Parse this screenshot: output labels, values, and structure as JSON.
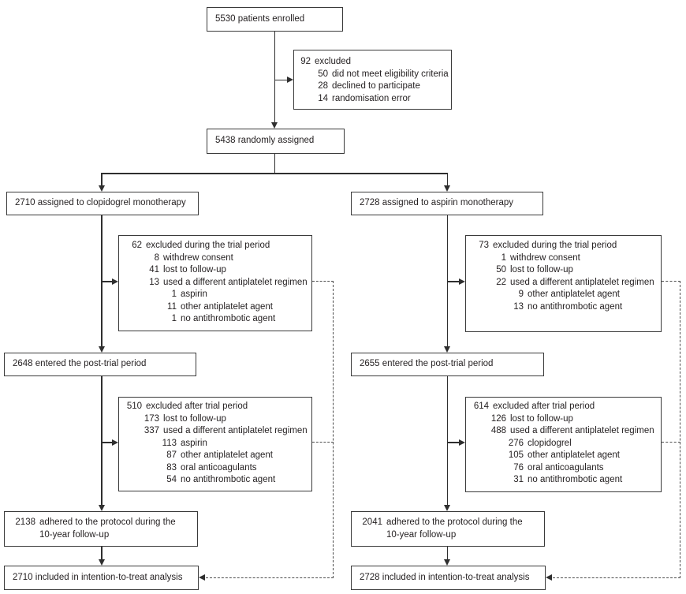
{
  "colors": {
    "background": "#ffffff",
    "box_border": "#3a3a3a",
    "text": "#231f20",
    "solid_line": "#2f2f2f",
    "dashed_line": "#4d4d4d"
  },
  "boxes": {
    "enrolled": {
      "text": "5530 patients enrolled"
    },
    "excluded_enrolment": {
      "lines": [
        {
          "num": "92",
          "text": "excluded"
        },
        {
          "num": "50",
          "text": "did not meet eligibility criteria"
        },
        {
          "num": "28",
          "text": "declined to participate"
        },
        {
          "num": "14",
          "text": "randomisation error"
        }
      ]
    },
    "randomised": {
      "text": "5438 randomly assigned"
    },
    "arm_clopidogrel": {
      "text": "2710 assigned to clopidogrel monotherapy"
    },
    "arm_aspirin": {
      "text": "2728 assigned to aspirin monotherapy"
    },
    "excluded_trial_clopidogrel": {
      "lines": [
        {
          "num": "62",
          "text": "excluded during the trial period"
        },
        {
          "num": "8",
          "text": "withdrew consent"
        },
        {
          "num": "41",
          "text": "lost to follow-up"
        },
        {
          "num": "13",
          "text": "used a different antiplatelet regimen"
        },
        {
          "num": "1",
          "text": "aspirin"
        },
        {
          "num": "11",
          "text": "other antiplatelet agent"
        },
        {
          "num": "1",
          "text": "no antithrombotic agent"
        }
      ]
    },
    "excluded_trial_aspirin": {
      "lines": [
        {
          "num": "73",
          "text": "excluded during the trial period"
        },
        {
          "num": "1",
          "text": "withdrew consent"
        },
        {
          "num": "50",
          "text": "lost to follow-up"
        },
        {
          "num": "22",
          "text": "used a different antiplatelet regimen"
        },
        {
          "num": "9",
          "text": "other antiplatelet agent"
        },
        {
          "num": "13",
          "text": "no antithrombotic agent"
        }
      ]
    },
    "posttrial_clopidogrel": {
      "text": "2648 entered the post-trial period"
    },
    "posttrial_aspirin": {
      "text": "2655 entered the post-trial period"
    },
    "excluded_post_clopidogrel": {
      "lines": [
        {
          "num": "510",
          "text": "excluded after trial period"
        },
        {
          "num": "173",
          "text": "lost to follow-up"
        },
        {
          "num": "337",
          "text": "used a different antiplatelet regimen"
        },
        {
          "num": "113",
          "text": "aspirin"
        },
        {
          "num": "87",
          "text": "other antiplatelet agent"
        },
        {
          "num": "83",
          "text": "oral anticoagulants"
        },
        {
          "num": "54",
          "text": "no antithrombotic agent"
        }
      ]
    },
    "excluded_post_aspirin": {
      "lines": [
        {
          "num": "614",
          "text": "excluded after trial period"
        },
        {
          "num": "126",
          "text": "lost to follow-up"
        },
        {
          "num": "488",
          "text": "used a different antiplatelet regimen"
        },
        {
          "num": "276",
          "text": "clopidogrel"
        },
        {
          "num": "105",
          "text": "other antiplatelet agent"
        },
        {
          "num": "76",
          "text": "oral anticoagulants"
        },
        {
          "num": "31",
          "text": "no antithrombotic agent"
        }
      ]
    },
    "adhered_clopidogrel": {
      "lines": [
        {
          "num": "2138",
          "text": "adhered to the protocol during the"
        },
        {
          "num": "",
          "text": "10-year follow-up"
        }
      ]
    },
    "adhered_aspirin": {
      "lines": [
        {
          "num": "2041",
          "text": "adhered to the protocol during the"
        },
        {
          "num": "",
          "text": "10-year follow-up"
        }
      ]
    },
    "itt_clopidogrel": {
      "text": "2710 included in intention-to-treat analysis"
    },
    "itt_aspirin": {
      "text": "2728 included in intention-to-treat analysis"
    }
  }
}
